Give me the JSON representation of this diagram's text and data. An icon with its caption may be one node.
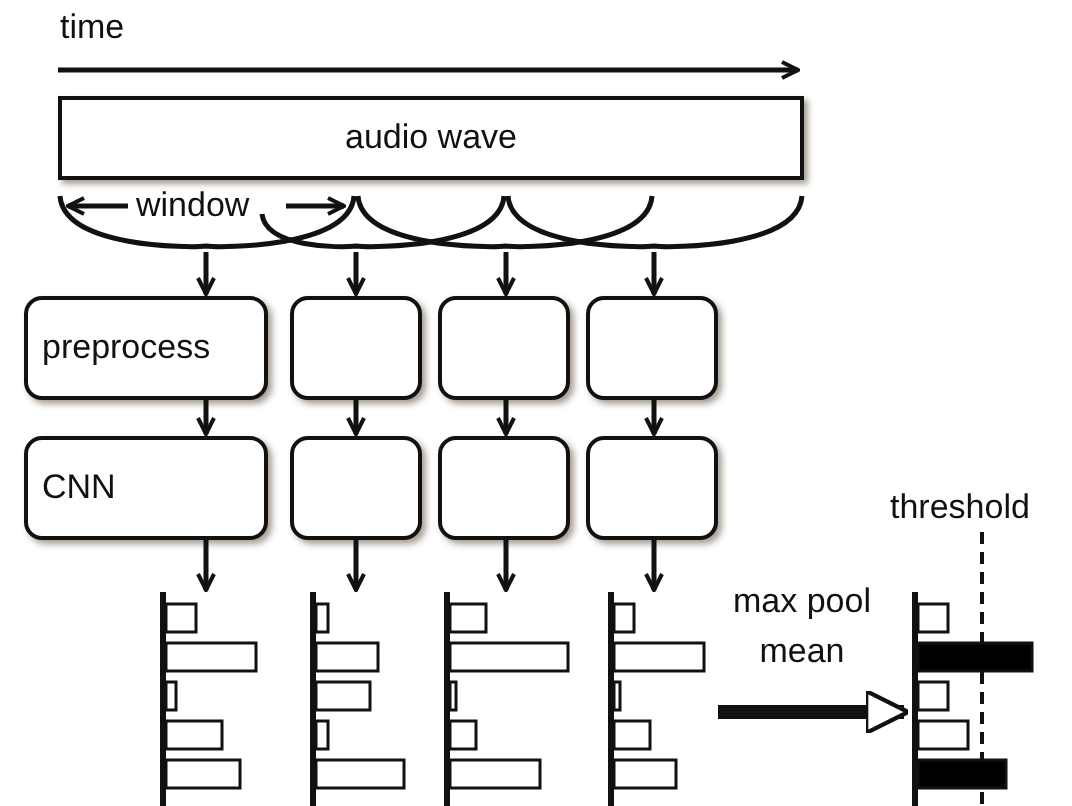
{
  "diagram": {
    "nodes": [
      {
        "text": [
          "audio wave"
        ]
      },
      {
        "text": [],
        "shape": "bracket"
      },
      {
        "text": [],
        "shape": "bracket"
      },
      {
        "text": [],
        "shape": "bracket"
      },
      {
        "text": [],
        "shape": "bracket"
      },
      {
        "text": [
          "preprocess"
        ]
      },
      {
        "text": [],
        "shape": "box"
      },
      {
        "text": [],
        "shape": "box"
      },
      {
        "text": [],
        "shape": "box"
      },
      {
        "text": [
          "CNN"
        ]
      },
      {
        "text": [],
        "shape": "box"
      },
      {
        "text": [],
        "shape": "box"
      },
      {
        "text": [],
        "shape": "box"
      },
      {
        "text": [],
        "shape": "picture"
      },
      {
        "text": [],
        "shape": "picture"
      },
      {
        "text": [],
        "shape": "picture"
      },
      {
        "text": [],
        "shape": "picture"
      },
      {
        "text": [],
        "shape": "picture"
      }
    ],
    "edges": [
      {
        "from": 1,
        "to": 5,
        "arrow": "to"
      },
      {
        "from": 2,
        "to": 6,
        "arrow": "to"
      },
      {
        "from": 3,
        "to": 7,
        "arrow": "to"
      },
      {
        "from": 4,
        "to": 8,
        "arrow": "to"
      },
      {
        "from": 5,
        "to": 9,
        "arrow": "to"
      },
      {
        "from": 6,
        "to": 10,
        "arrow": "to"
      },
      {
        "from": 7,
        "to": 11,
        "arrow": "to"
      },
      {
        "from": 8,
        "to": 12,
        "arrow": "to"
      },
      {
        "from": 9,
        "to": 13,
        "arrow": "to"
      },
      {
        "from": 10,
        "to": 14,
        "arrow": "to"
      },
      {
        "from": 11,
        "to": 15,
        "arrow": "to"
      },
      {
        "from": 12,
        "to": 16,
        "arrow": "to"
      },
      {
        "from": 16,
        "to": 17,
        "arrow": "to",
        "label": "max pool mean",
        "style": "thick"
      }
    ],
    "labels": [
      "time",
      "window",
      "threshold"
    ]
  }
}
